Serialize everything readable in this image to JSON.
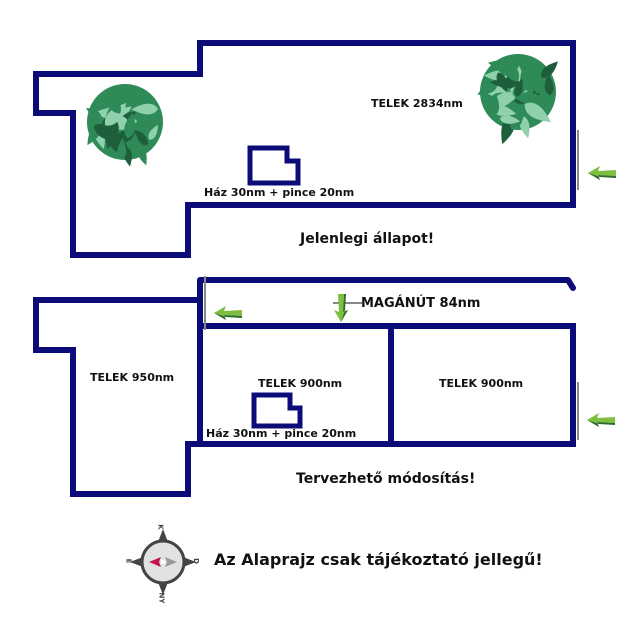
{
  "current": {
    "plot_label": "TELEK 2834nm",
    "house_label": "Ház 30nm + pince 20nm",
    "title": "Jelenlegi állapot!"
  },
  "planned": {
    "road_label": "MAGÁNÚT 84nm",
    "plot_left_label": "TELEK 950nm",
    "plot_mid_label": "TELEK 900nm",
    "plot_right_label": "TELEK 900nm",
    "house_label": "Ház 30nm + pince 20nm",
    "title": "Tervezhető módosítás!"
  },
  "compass": {
    "top": "K",
    "right": "D",
    "bottom": "NY",
    "left": "É"
  },
  "disclaimer": "Az Alaprajz csak tájékoztató jellegű!",
  "colors": {
    "wall": "#0c0c78",
    "arrow_light": "#7fbf3f",
    "arrow_dark": "#2e6b2e",
    "tree_dark": "#1f5e3a",
    "tree_mid": "#2e8b57",
    "tree_light": "#8fd0ad",
    "compass_needle": "#c0164a"
  }
}
